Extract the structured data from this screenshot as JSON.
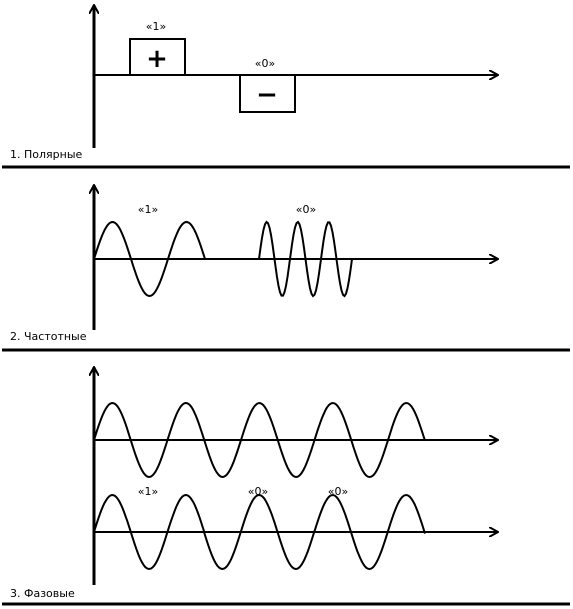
{
  "sections": [
    {
      "caption": "1. Полярные",
      "one_label": "«1»",
      "zero_label": "«0»",
      "plus_sign": "+",
      "minus_sign": "−"
    },
    {
      "caption": "2. Частотные",
      "one_label": "«1»",
      "zero_label": "«0»"
    },
    {
      "caption": "3. Фазовые",
      "one_label": "«1»",
      "zero_label_a": "«0»",
      "zero_label_b": "«0»"
    }
  ],
  "colors": {
    "stroke": "#000000",
    "background": "#ffffff"
  }
}
